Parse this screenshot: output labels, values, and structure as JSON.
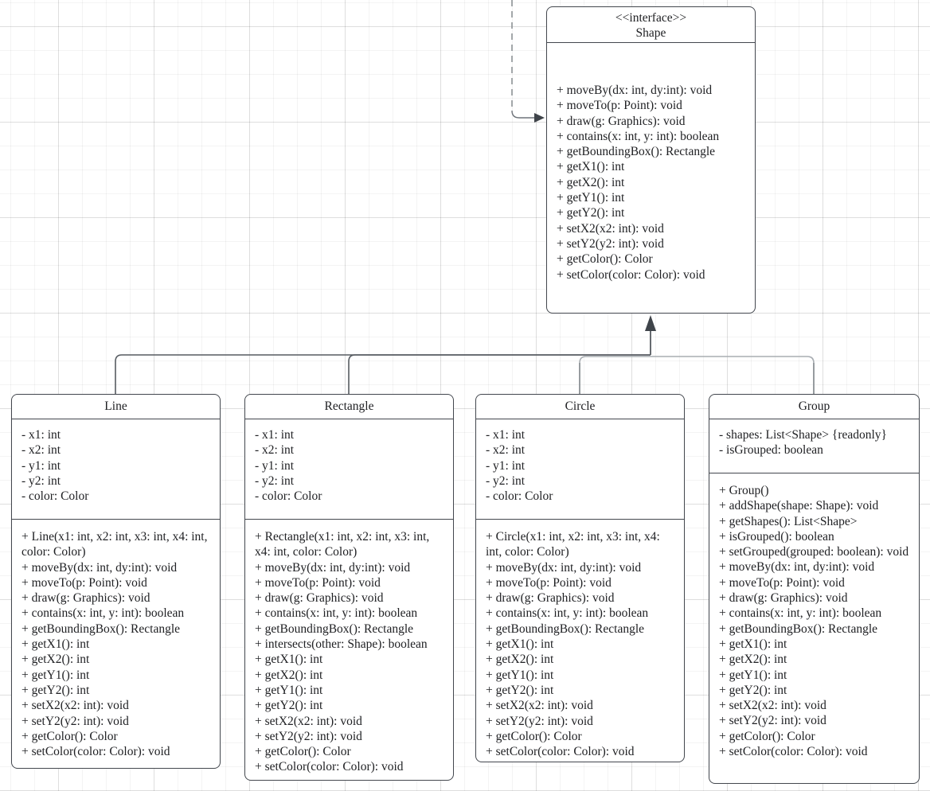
{
  "colors": {
    "box_border": "#43474e",
    "text": "#202124",
    "edge_dark": "#565b61",
    "edge_light": "#a8adb2",
    "edge_dashed": "#8d9296",
    "background": "#ffffff"
  },
  "shape_interface": {
    "stereotype": "<<interface>>",
    "name": "Shape",
    "methods": [
      "+ moveBy(dx: int, dy:int): void",
      "+ moveTo(p: Point): void",
      "+ draw(g: Graphics): void",
      "+ contains(x: int, y: int): boolean",
      "+ getBoundingBox(): Rectangle",
      "+ getX1(): int",
      "+ getX2(): int",
      "+ getY1(): int",
      "+ getY2(): int",
      "+ setX2(x2: int): void",
      "+ setY2(y2: int): void",
      "+ getColor(): Color",
      "+ setColor(color: Color): void"
    ]
  },
  "classes": [
    {
      "name": "Line",
      "attributes": [
        "- x1: int",
        "- x2: int",
        "- y1: int",
        "- y2: int",
        "- color: Color"
      ],
      "methods": [
        "+ Line(x1: int, x2: int, x3: int, x4: int, color: Color)",
        "+ moveBy(dx: int, dy:int): void",
        "+ moveTo(p: Point): void",
        "+ draw(g: Graphics): void",
        "+ contains(x: int, y: int): boolean",
        "+ getBoundingBox(): Rectangle",
        "+ getX1(): int",
        "+ getX2(): int",
        "+ getY1(): int",
        "+ getY2(): int",
        "+ setX2(x2: int): void",
        "+ setY2(y2: int): void",
        "+ getColor(): Color",
        "+ setColor(color: Color): void"
      ]
    },
    {
      "name": "Rectangle",
      "attributes": [
        "- x1: int",
        "- x2: int",
        "- y1: int",
        "- y2: int",
        "- color: Color"
      ],
      "methods": [
        "+ Rectangle(x1: int, x2: int, x3: int, x4: int, color: Color)",
        "+ moveBy(dx: int, dy:int): void",
        "+ moveTo(p: Point): void",
        "+ draw(g: Graphics): void",
        "+ contains(x: int, y: int): boolean",
        "+ getBoundingBox(): Rectangle",
        "+ intersects(other: Shape): boolean",
        "+ getX1(): int",
        "+ getX2(): int",
        "+ getY1(): int",
        "+ getY2(): int",
        "+ setX2(x2: int): void",
        "+ setY2(y2: int): void",
        "+ getColor(): Color",
        "+ setColor(color: Color): void"
      ]
    },
    {
      "name": "Circle",
      "attributes": [
        "- x1: int",
        "- x2: int",
        "- y1: int",
        "- y2: int",
        "- color: Color"
      ],
      "methods": [
        "+ Circle(x1: int, x2: int, x3: int, x4: int, color: Color)",
        "+ moveBy(dx: int, dy:int): void",
        "+ moveTo(p: Point): void",
        "+ draw(g: Graphics): void",
        "+ contains(x: int, y: int): boolean",
        "+ getBoundingBox(): Rectangle",
        "+ getX1(): int",
        "+ getX2(): int",
        "+ getY1(): int",
        "+ getY2(): int",
        "+ setX2(x2: int): void",
        "+ setY2(y2: int): void",
        "+ getColor(): Color",
        "+ setColor(color: Color): void"
      ]
    },
    {
      "name": "Group",
      "attributes": [
        "- shapes: List<Shape> {readonly}",
        "- isGrouped: boolean"
      ],
      "methods": [
        "+ Group()",
        "+ addShape(shape: Shape): void",
        "+ getShapes(): List<Shape>",
        "+ isGrouped(): boolean",
        "+ setGrouped(grouped: boolean): void",
        "+ moveBy(dx: int, dy:int): void",
        "+ moveTo(p: Point): void",
        "+ draw(g: Graphics): void",
        "+ contains(x: int, y: int): boolean",
        "+ getBoundingBox(): Rectangle",
        "+ getX1(): int",
        "+ getX2(): int",
        "+ getY1(): int",
        "+ getY2(): int",
        "+ setX2(x2: int): void",
        "+ setY2(y2: int): void",
        "+ getColor(): Color",
        "+ setColor(color: Color): void"
      ]
    }
  ]
}
